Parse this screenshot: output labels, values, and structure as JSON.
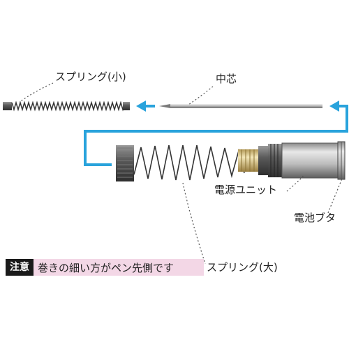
{
  "labels": {
    "spring_small": "スプリング(小)",
    "refill": "中芯",
    "power_unit": "電源ユニット",
    "battery_cap": "電池ブタ",
    "spring_large": "スプリング(大)"
  },
  "note": {
    "tag": "注意",
    "text": "巻きの細い方がペン先側です"
  },
  "colors": {
    "arrow": "#29a3dc",
    "note_bg": "#f3d7e6",
    "note_tag_bg": "#1a1a1a",
    "spring": "#333333",
    "leader": "#555555"
  },
  "icons": {
    "flow_arrow": "arrow-left-icon"
  }
}
